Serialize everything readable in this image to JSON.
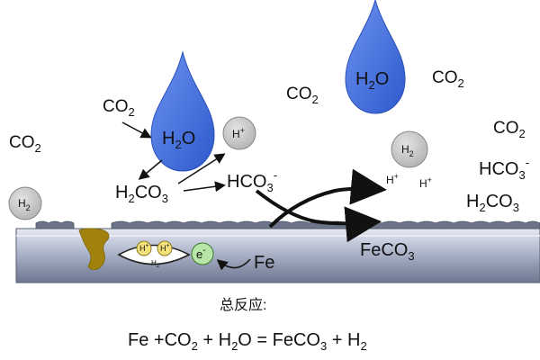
{
  "labels": {
    "co2": "CO",
    "co2_sub": "2",
    "h2o": "H",
    "h2o_sub": "2",
    "h2o_tail": "O",
    "h2": "H",
    "h2_sub": "2",
    "h_plus": "H",
    "plus": "+",
    "minus": "-",
    "h2co3_a": "H",
    "h2co3_sub1": "2",
    "h2co3_b": "CO",
    "h2co3_sub2": "3",
    "hco3_a": "HCO",
    "hco3_sub": "3",
    "fe": "Fe",
    "feco3_a": "FeCO",
    "feco3_sub": "3",
    "e_minus": "e",
    "title": "总反应:",
    "equation": {
      "fe": "Fe +CO",
      "co2_sub": "2",
      "plus_h2o": " + H",
      "h2o_sub": "2",
      "o_eq": "O = FeCO",
      "feco3_sub": "3",
      "plus_h2": " + H",
      "h2_sub": "2"
    }
  },
  "colors": {
    "drop": "#3f6fe0",
    "bubble": "#c4c4c4",
    "pipe": "#a8b0c6",
    "scale": "#6b7488",
    "rust": "#a0820c",
    "electron": "#b8e6a8",
    "proton": "#f6e27a"
  }
}
